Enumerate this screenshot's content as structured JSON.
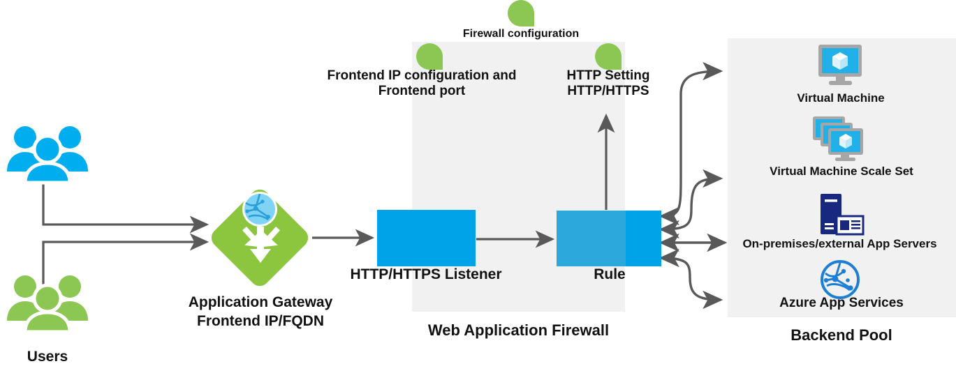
{
  "diagram": {
    "title": "Azure Application Gateway architecture",
    "colors": {
      "users_blue": "#00aeef",
      "users_green": "#8cc653",
      "gateway_green": "#8cc63f",
      "listener_blue": "#00a2e8",
      "rule_blue_left": "#2ca8dc",
      "rule_blue_right": "#00a2e8",
      "zone_gray": "#f1f1f1",
      "connector_gray": "#595959",
      "server_navy": "#19287f",
      "icon_cyan": "#21b0e8"
    }
  },
  "users": {
    "label": "Users",
    "groups": [
      {
        "name": "users-blue",
        "color": "#00aeef"
      },
      {
        "name": "users-green",
        "color": "#8cc653"
      }
    ]
  },
  "gateway": {
    "label_line1": "Application Gateway",
    "label_line2": "Frontend IP/FQDN",
    "icon": "application-gateway-icon"
  },
  "waf": {
    "zone_label": "Web Application Firewall",
    "callouts": [
      {
        "name": "firewall-configuration",
        "label": "Firewall configuration"
      },
      {
        "name": "frontend-ip-configuration",
        "label": "Frontend IP configuration and\nFrontend port"
      },
      {
        "name": "http-setting",
        "label": "HTTP Setting\nHTTP/HTTPS"
      }
    ],
    "listener": {
      "label": "HTTP/HTTPS Listener"
    },
    "rule": {
      "label": "Rule"
    }
  },
  "backend": {
    "zone_label": "Backend Pool",
    "items": [
      {
        "name": "virtual-machine",
        "label": "Virtual Machine",
        "icon": "virtual-machine-icon"
      },
      {
        "name": "virtual-machine-scale-set",
        "label": "Virtual Machine Scale Set",
        "icon": "vm-scale-set-icon"
      },
      {
        "name": "on-premises-app-servers",
        "label": "On-premises/external App Servers",
        "icon": "server-icon"
      },
      {
        "name": "azure-app-services",
        "label": "Azure App Services",
        "icon": "app-services-globe-icon"
      }
    ]
  }
}
